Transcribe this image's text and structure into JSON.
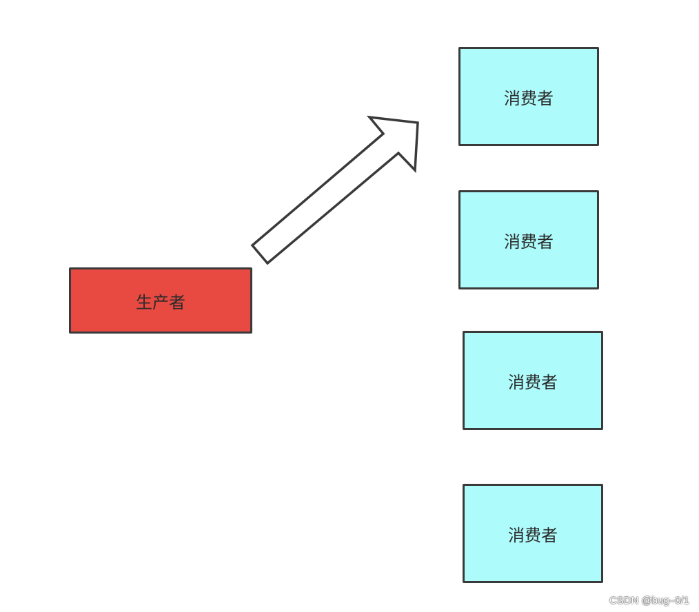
{
  "diagram": {
    "producer": {
      "label": "生产者",
      "color": "#e84a42"
    },
    "consumers": [
      {
        "label": "消费者"
      },
      {
        "label": "消费者"
      },
      {
        "label": "消费者"
      },
      {
        "label": "消费者"
      }
    ],
    "consumer_color": "#aefbfb",
    "border_color": "#3a3a3a"
  },
  "watermark": "CSDN @bug–0/1"
}
